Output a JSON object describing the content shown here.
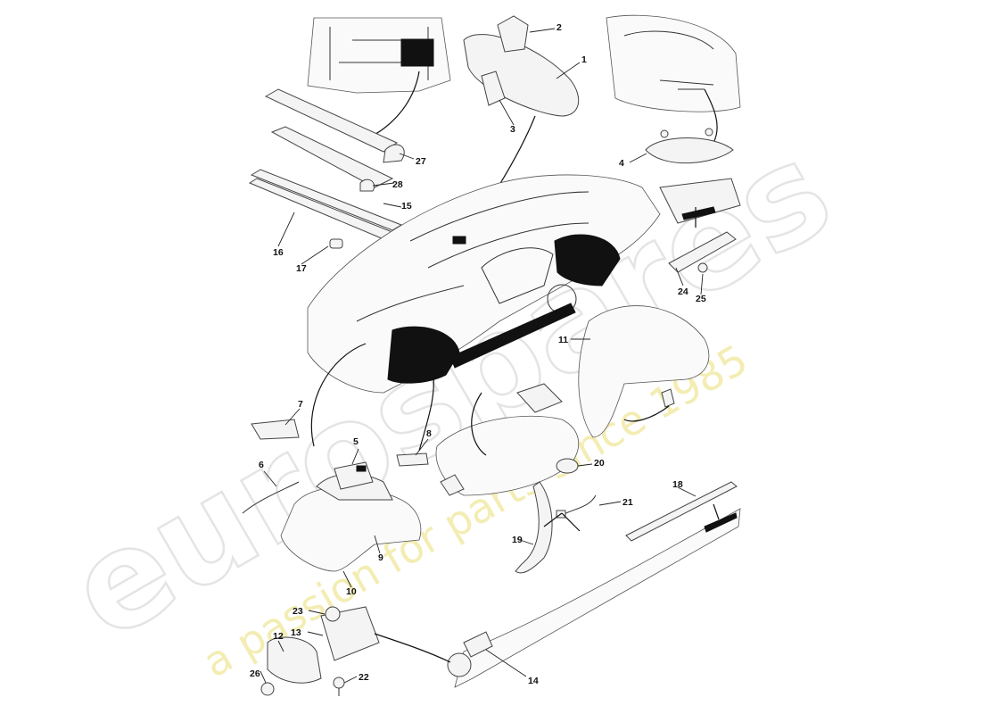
{
  "watermark": {
    "brand": "eurospares",
    "tagline": "a passion for parts since 1985"
  },
  "callouts": [
    "1",
    "2",
    "3",
    "4",
    "5",
    "6",
    "7",
    "8",
    "9",
    "10",
    "11",
    "12",
    "13",
    "14",
    "15",
    "16",
    "17",
    "18",
    "19",
    "20",
    "21",
    "22",
    "23",
    "24",
    "25",
    "26",
    "27",
    "28"
  ],
  "colors": {
    "line": "#333333",
    "shaded_part": "#111111",
    "watermark_text": "#cfcfcf",
    "watermark_tagline": "#efe79a"
  }
}
